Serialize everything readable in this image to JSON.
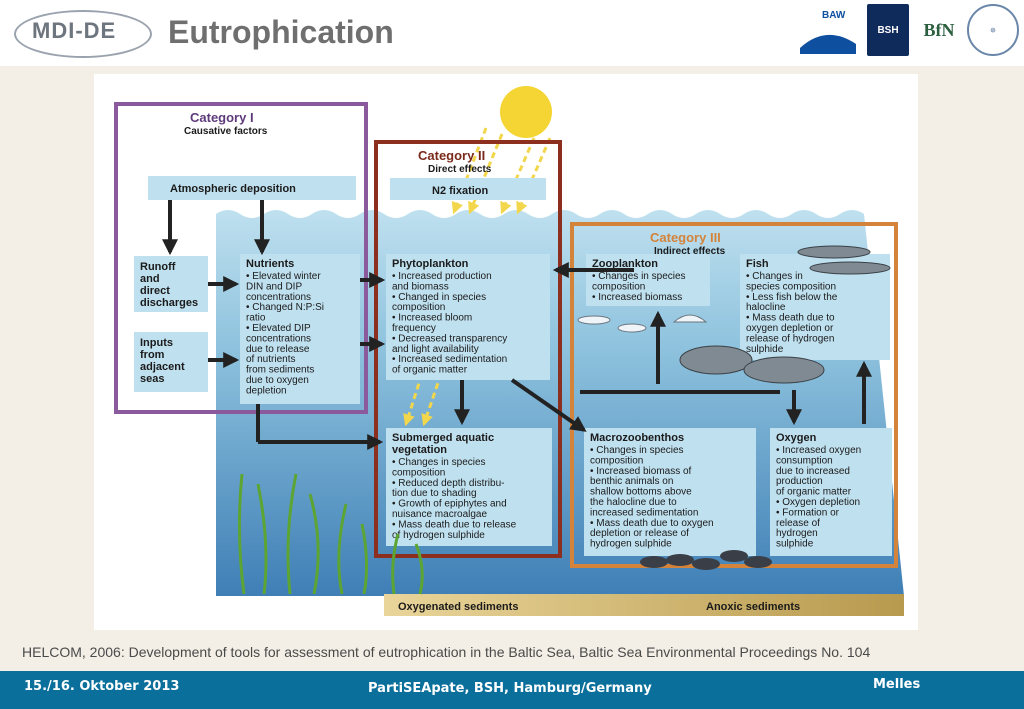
{
  "header": {
    "logo_text": "MDI-DE",
    "title": "Eutrophication",
    "partners": [
      "BAW",
      "BSH",
      "BfN"
    ]
  },
  "diagram": {
    "cat1": {
      "title": "Category I",
      "sub": "Causative factors"
    },
    "cat2": {
      "title": "Category II",
      "sub": "Direct effects"
    },
    "cat3": {
      "title": "Category III",
      "sub": "Indirect effects"
    },
    "atmos": "Atmospheric deposition",
    "n2fix": "N2 fixation",
    "runoff": [
      "Runoff",
      "and",
      "direct",
      "discharges"
    ],
    "inputs": [
      "Inputs",
      "from",
      "adjacent",
      "seas"
    ],
    "nutrients": {
      "title": "Nutrients",
      "lines": [
        "• Elevated winter",
        "  DIN and DIP",
        "  concentrations",
        "• Changed N:P:Si",
        "  ratio",
        "• Elevated DIP",
        "  concentrations",
        "  due to release",
        "  of nutrients",
        "  from sediments",
        "  due to oxygen",
        "  depletion"
      ]
    },
    "phyto": {
      "title": "Phytoplankton",
      "lines": [
        "• Increased production",
        "  and biomass",
        "• Changed in species",
        "  composition",
        "• Increased bloom",
        "  frequency",
        "• Decreased transparency",
        "  and light availability",
        "• Increased sedimentation",
        "  of organic matter"
      ]
    },
    "zoo": {
      "title": "Zooplankton",
      "lines": [
        "• Changes in species",
        "  composition",
        "• Increased biomass"
      ]
    },
    "fish": {
      "title": "Fish",
      "lines": [
        "• Changes in",
        "  species composition",
        "• Less fish below the",
        "  halocline",
        "• Mass death due to",
        "  oxygen depletion or",
        "  release of hydrogen",
        "  sulphide"
      ]
    },
    "sav": {
      "title": [
        "Submerged aquatic",
        "vegetation"
      ],
      "lines": [
        "• Changes in species",
        "  composition",
        "• Reduced depth distribu-",
        "  tion due to shading",
        "• Growth of epiphytes and",
        "  nuisance macroalgae",
        "• Mass death due to release",
        "  of hydrogen sulphide"
      ]
    },
    "macro": {
      "title": "Macrozoobenthos",
      "lines": [
        "• Changes in species",
        "  composition",
        "• Increased biomass of",
        "  benthic animals on",
        "  shallow bottoms above",
        "  the halocline due to",
        "  increased sedimentation",
        "• Mass death due to oxygen",
        "  depletion or release of",
        "  hydrogen sulphide"
      ]
    },
    "oxygen": {
      "title": "Oxygen",
      "lines": [
        "• Increased oxygen",
        "  consumption",
        "  due to increased",
        "  production",
        "  of organic matter",
        "• Oxygen depletion",
        "• Formation or",
        "  release of",
        "  hydrogen",
        "  sulphide"
      ]
    },
    "sed_oxy": "Oxygenated sediments",
    "sed_anoxic": "Anoxic sediments"
  },
  "citation": "HELCOM, 2006: Development of tools for assessment of eutrophication in the Baltic Sea, Baltic Sea Environmental Proceedings No. 104",
  "footer": {
    "date": "15./16. Oktober 2013",
    "center": "PartiSEApate, BSH, Hamburg/Germany",
    "author": "Melles"
  }
}
